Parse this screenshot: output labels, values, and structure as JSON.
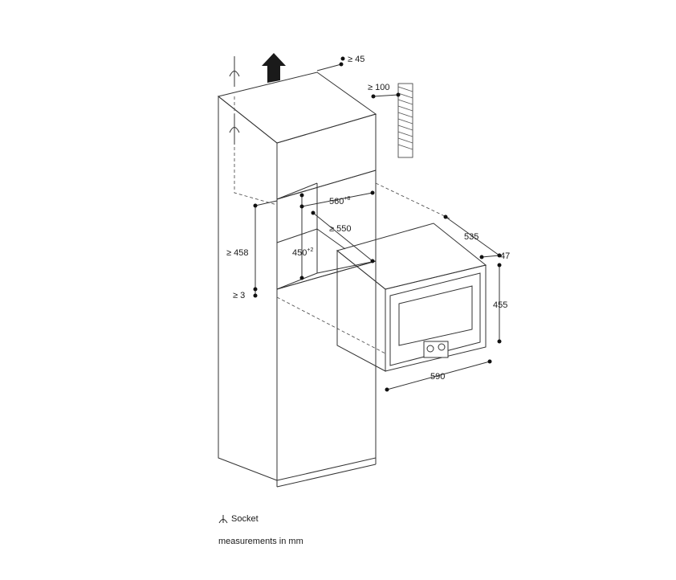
{
  "dimensions": {
    "top_clearance": "≥ 45",
    "rear_clearance": "≥ 100",
    "niche_width": "560",
    "niche_width_tol": "+8",
    "niche_depth": "≥ 550",
    "niche_height_outer": "≥ 458",
    "niche_height_inner": "450",
    "niche_height_tol": "+2",
    "bottom_gap": "≥ 3",
    "appliance_depth": "535",
    "front_depth": "47",
    "appliance_height": "455",
    "appliance_width": "590"
  },
  "legend": {
    "socket_icon": "socket-symbol",
    "socket_label": "Socket",
    "units_note": "measurements in mm"
  }
}
